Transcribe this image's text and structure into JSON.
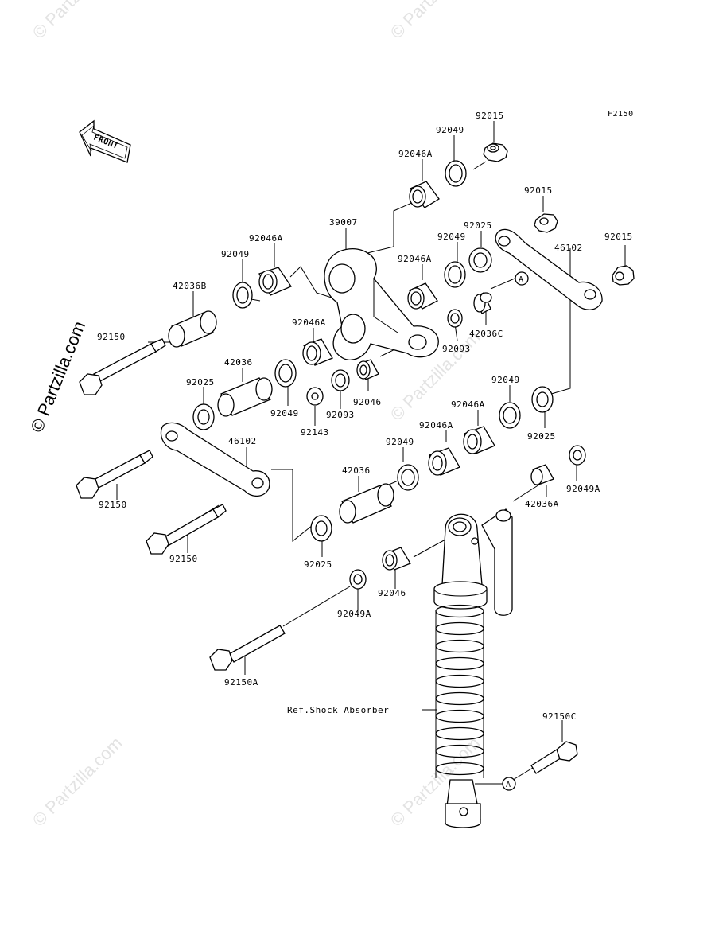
{
  "diagram": {
    "figure_code": "F2150",
    "front_label": "FRONT",
    "ref_label": "Ref.Shock Absorber",
    "ref_marker": "A",
    "watermark": "© Partzilla.com",
    "parts": [
      {
        "id": "p01",
        "number": "92015"
      },
      {
        "id": "p02",
        "number": "92049"
      },
      {
        "id": "p03",
        "number": "92046A"
      },
      {
        "id": "p04",
        "number": "92015"
      },
      {
        "id": "p05",
        "number": "39007"
      },
      {
        "id": "p06",
        "number": "92025"
      },
      {
        "id": "p07",
        "number": "92049"
      },
      {
        "id": "p08",
        "number": "92015"
      },
      {
        "id": "p09",
        "number": "92046A"
      },
      {
        "id": "p10",
        "number": "46102"
      },
      {
        "id": "p11",
        "number": "92049"
      },
      {
        "id": "p12",
        "number": "92046A"
      },
      {
        "id": "p13",
        "number": "42036B"
      },
      {
        "id": "p14",
        "number": "42036C"
      },
      {
        "id": "p15",
        "number": "92046A"
      },
      {
        "id": "p16",
        "number": "92093"
      },
      {
        "id": "p17",
        "number": "92150"
      },
      {
        "id": "p18",
        "number": "42036"
      },
      {
        "id": "p19",
        "number": "92046"
      },
      {
        "id": "p20",
        "number": "92025"
      },
      {
        "id": "p21",
        "number": "92049"
      },
      {
        "id": "p22",
        "number": "92093"
      },
      {
        "id": "p23",
        "number": "92049"
      },
      {
        "id": "p24",
        "number": "92143"
      },
      {
        "id": "p25",
        "number": "92046A"
      },
      {
        "id": "p26",
        "number": "92025"
      },
      {
        "id": "p27",
        "number": "46102"
      },
      {
        "id": "p28",
        "number": "92046A"
      },
      {
        "id": "p29",
        "number": "92049"
      },
      {
        "id": "p30",
        "number": "42036"
      },
      {
        "id": "p31",
        "number": "92150"
      },
      {
        "id": "p32",
        "number": "92049A"
      },
      {
        "id": "p33",
        "number": "42036A"
      },
      {
        "id": "p34",
        "number": "92150"
      },
      {
        "id": "p35",
        "number": "92025"
      },
      {
        "id": "p36",
        "number": "92046"
      },
      {
        "id": "p37",
        "number": "92049A"
      },
      {
        "id": "p38",
        "number": "92150A"
      },
      {
        "id": "p39",
        "number": "92150C"
      }
    ]
  }
}
